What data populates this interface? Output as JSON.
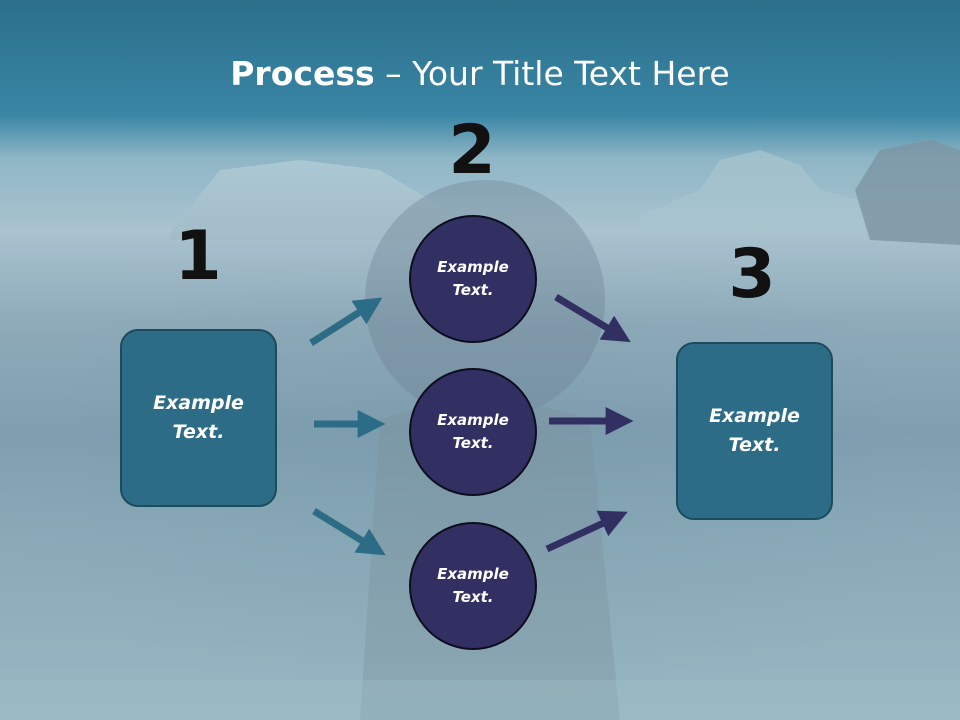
{
  "title": {
    "bold": "Process",
    "rest": " – Your Title Text Here"
  },
  "numbers": [
    "1",
    "2",
    "3"
  ],
  "left_box": {
    "line1": "Example",
    "line2": "Text."
  },
  "circles": [
    {
      "line1": "Example",
      "line2": "Text."
    },
    {
      "line1": "Example",
      "line2": "Text."
    },
    {
      "line1": "Example",
      "line2": "Text."
    }
  ],
  "right_box": {
    "line1": "Example",
    "line2": "Text."
  },
  "colors": {
    "box_fill": "#2d6c86",
    "circle_fill": "#323063",
    "left_arrows": "#2d6c86",
    "right_arrows": "#323063"
  }
}
